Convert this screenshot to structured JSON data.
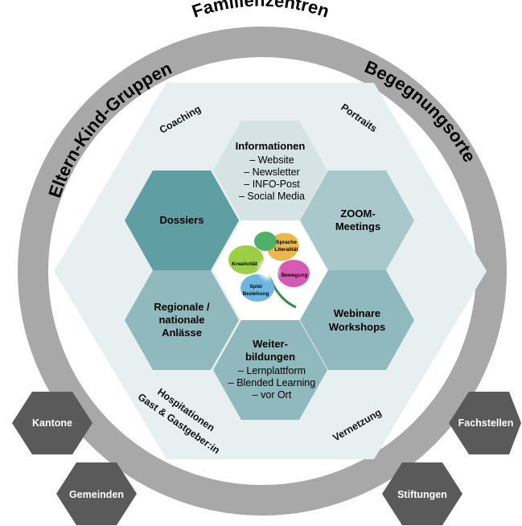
{
  "ring": {
    "top": "Familienzentren",
    "left": "Eltern-Kind-Gruppen",
    "right": "Begegnungsorte"
  },
  "corners": {
    "coaching": "Coaching",
    "portraits": "Portraits",
    "hospitationen_1": "Hospitationen",
    "hospitationen_2": "Gast & Gastgeber:in",
    "vernetzung": "Vernetzung"
  },
  "hexes": {
    "informationen": {
      "title": "Informationen",
      "items": [
        "– Website",
        "– Newsletter",
        "– INFO-Post",
        "– Social Media"
      ]
    },
    "dossiers": {
      "title": "Dossiers"
    },
    "zoom": {
      "title_1": "ZOOM-",
      "title_2": "Meetings"
    },
    "regionale": {
      "title_1": "Regionale /",
      "title_2": "nationale",
      "title_3": "Anlässe"
    },
    "webinare": {
      "title_1": "Webinare",
      "title_2": "Workshops"
    },
    "weiterbildungen": {
      "title_1": "Weiter-",
      "title_2": "bildungen",
      "items": [
        "– Lernplattform",
        "– Blended Learning",
        "– vor Ort"
      ]
    }
  },
  "petals": {
    "sprache_1": "Sprache",
    "sprache_2": "Literalität",
    "kreativitaet": "Kreativität",
    "bewegung": "Bewegung",
    "spiel_1": "Spiel",
    "spiel_2": "Beziehung"
  },
  "external": {
    "kantone": "Kantone",
    "gemeinden": "Gemeinden",
    "fachstellen": "Fachstellen",
    "stiftungen": "Stiftungen"
  },
  "colors": {
    "ring": "#a8a8a8",
    "inner_hexagon": "#e8eff0",
    "hex_light": "#d5e3e5",
    "hex_medium": "#a9c8cb",
    "hex_mid": "#8fb9bd",
    "hex_dark": "#5f9ea3",
    "external_hex": "#5a5a5a"
  }
}
